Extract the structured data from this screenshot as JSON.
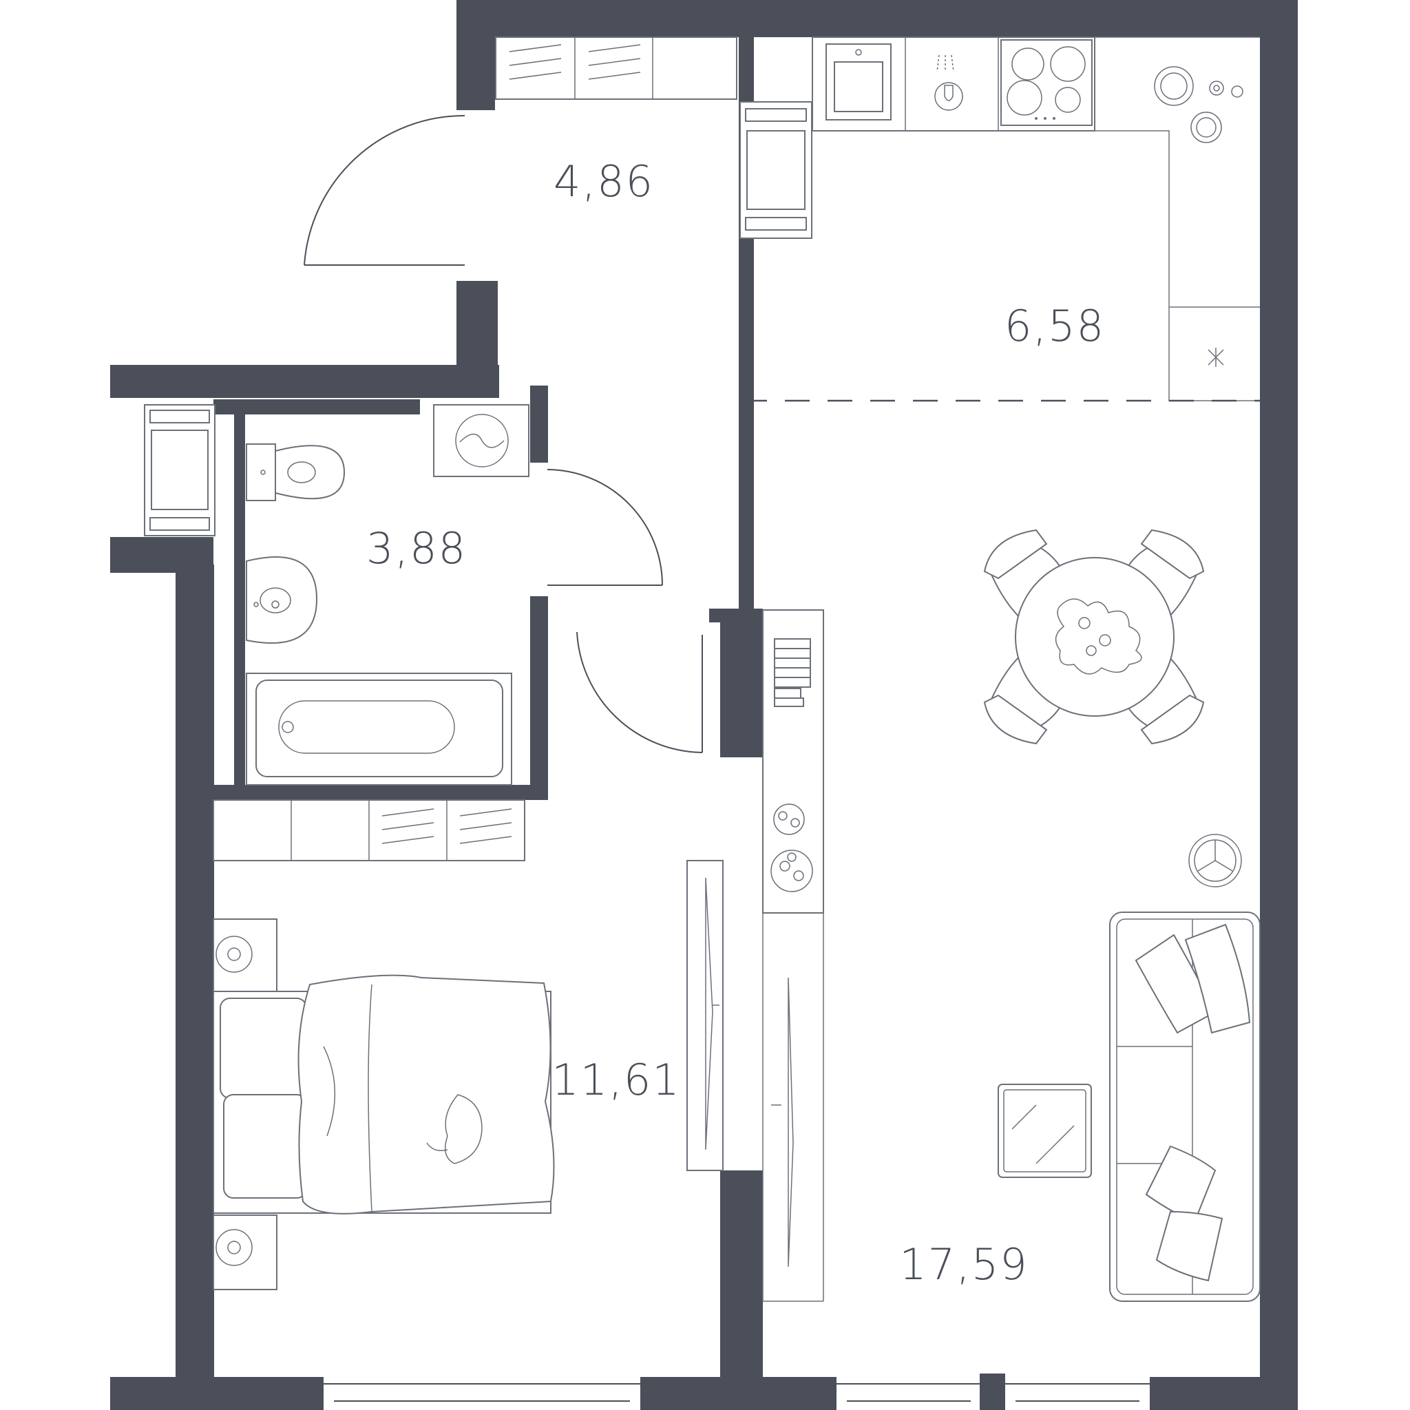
{
  "rooms": [
    {
      "id": "hall",
      "area": "4,86"
    },
    {
      "id": "kitchen",
      "area": "6,58"
    },
    {
      "id": "bathroom",
      "area": "3,88"
    },
    {
      "id": "bedroom",
      "area": "11,61"
    },
    {
      "id": "living",
      "area": "17,59"
    }
  ],
  "colors": {
    "wall": "#4a4f59",
    "line": "#6b7079",
    "background": "#ffffff"
  },
  "icons": [
    "sink-icon",
    "stove-icon",
    "dishwasher-icon",
    "toilet-icon",
    "washbasin-icon",
    "bathtub-icon",
    "washing-machine-icon",
    "dining-table-icon",
    "bed-icon",
    "sofa-icon",
    "coffee-table-icon",
    "tv-icon",
    "plant-icon",
    "wardrobe-icon",
    "radiator-icon",
    "door-icon"
  ]
}
